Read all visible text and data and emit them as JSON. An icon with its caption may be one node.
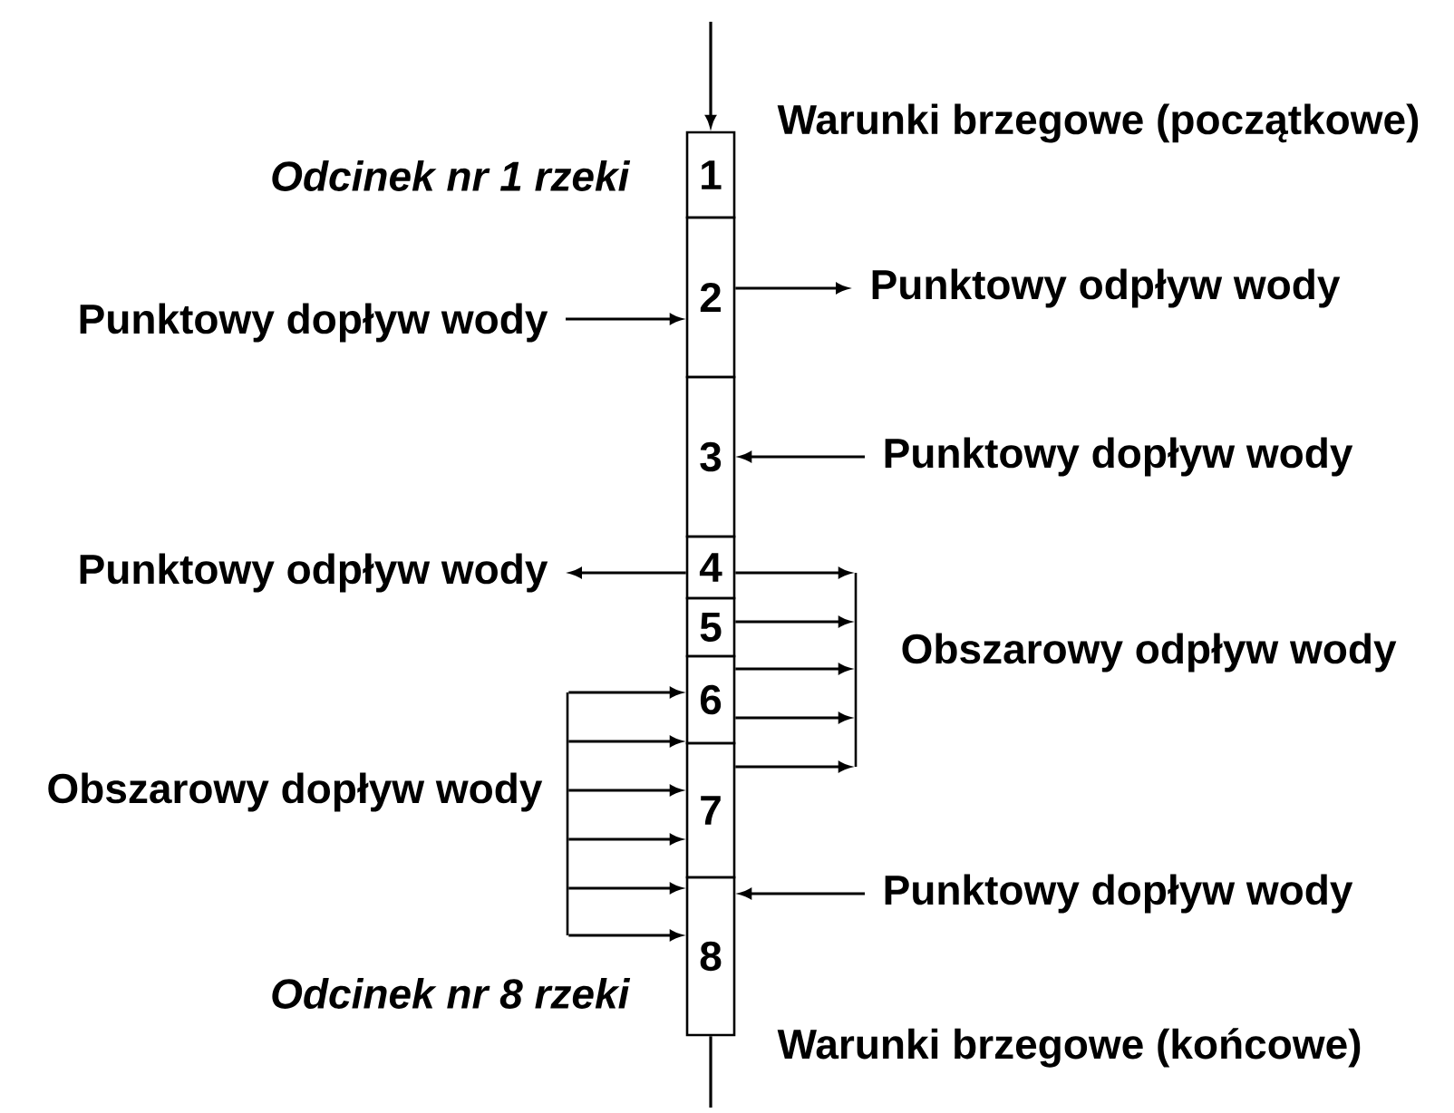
{
  "diagram": {
    "nodes": [
      {
        "text": [
          "1"
        ]
      },
      {
        "text": [
          "2"
        ]
      },
      {
        "text": [
          "3"
        ]
      },
      {
        "text": [
          "4"
        ]
      },
      {
        "text": [
          "5"
        ]
      },
      {
        "text": [
          "6"
        ]
      },
      {
        "text": [
          "7"
        ]
      },
      {
        "text": [
          "8"
        ]
      },
      {
        "text": [
          "Punktowy dopływ wody"
        ]
      },
      {
        "text": [
          "Punktowy odpływ wody"
        ]
      },
      {
        "text": [
          "Punktowy dopływ wody"
        ]
      },
      {
        "text": [
          "Punktowy odpływ wody"
        ]
      },
      {
        "text": [],
        "shape": "bar",
        "beside": [
          "Obszarowy odpływ wody"
        ]
      },
      {
        "text": [],
        "shape": "bar",
        "beside": [
          "Obszarowy dopływ wody"
        ]
      },
      {
        "text": [
          "Punktowy dopływ wody"
        ]
      }
    ],
    "edges": [
      {
        "from": null,
        "to": 0,
        "arrow": "to"
      },
      {
        "from": 8,
        "to": 1,
        "arrow": "to"
      },
      {
        "from": 1,
        "to": 9,
        "arrow": "to"
      },
      {
        "from": 10,
        "to": 2,
        "arrow": "to"
      },
      {
        "from": 3,
        "to": 11,
        "arrow": "to"
      },
      {
        "from": 3,
        "to": 12,
        "arrow": "to"
      },
      {
        "from": 4,
        "to": 12,
        "arrow": "to"
      },
      {
        "from": 5,
        "to": 12,
        "arrow": "to"
      },
      {
        "from": 5,
        "to": 12,
        "arrow": "to"
      },
      {
        "from": 6,
        "to": 12,
        "arrow": "to"
      },
      {
        "from": 13,
        "to": 5,
        "arrow": "to"
      },
      {
        "from": 13,
        "to": 6,
        "arrow": "to"
      },
      {
        "from": 13,
        "to": 6,
        "arrow": "to"
      },
      {
        "from": 13,
        "to": 6,
        "arrow": "to"
      },
      {
        "from": 13,
        "to": 7,
        "arrow": "to"
      },
      {
        "from": 13,
        "to": 7,
        "arrow": "to"
      },
      {
        "from": 14,
        "to": 7,
        "arrow": "to"
      },
      {
        "from": 7,
        "to": null,
        "arrow": "none"
      }
    ],
    "labels": [
      "Warunki brzegowe (początkowe)",
      "Odcinek nr 1 rzeki",
      "Odcinek nr 8 rzeki",
      "Warunki brzegowe (końcowe)"
    ]
  }
}
